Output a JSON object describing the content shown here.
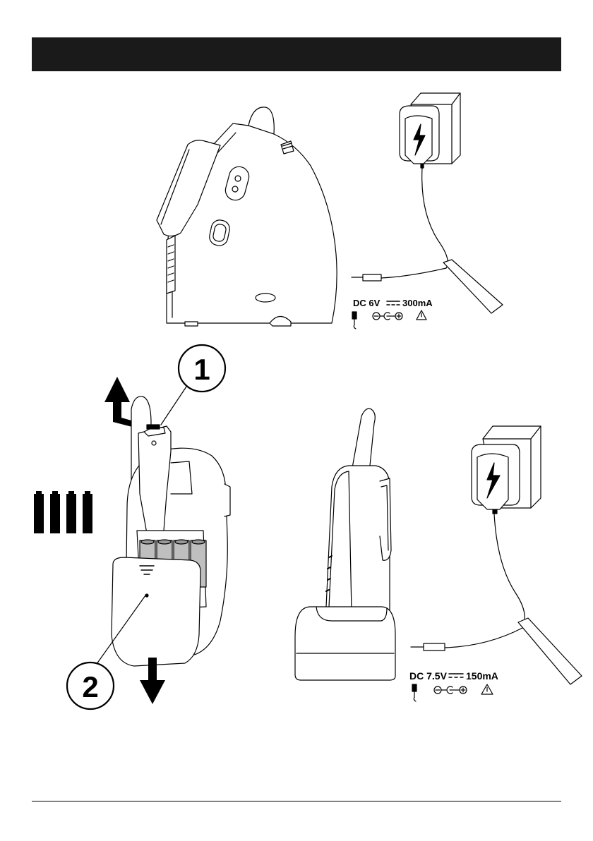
{
  "callouts": {
    "one": "1",
    "two": "2"
  },
  "adapter_large": {
    "voltage": "DC 6V",
    "current": "300mA"
  },
  "adapter_small": {
    "voltage": "DC 7.5V",
    "current": "150mA"
  },
  "colors": {
    "ink": "#000000",
    "bar": "#1a1a1a",
    "battery_grey": "#bfbfbf"
  }
}
